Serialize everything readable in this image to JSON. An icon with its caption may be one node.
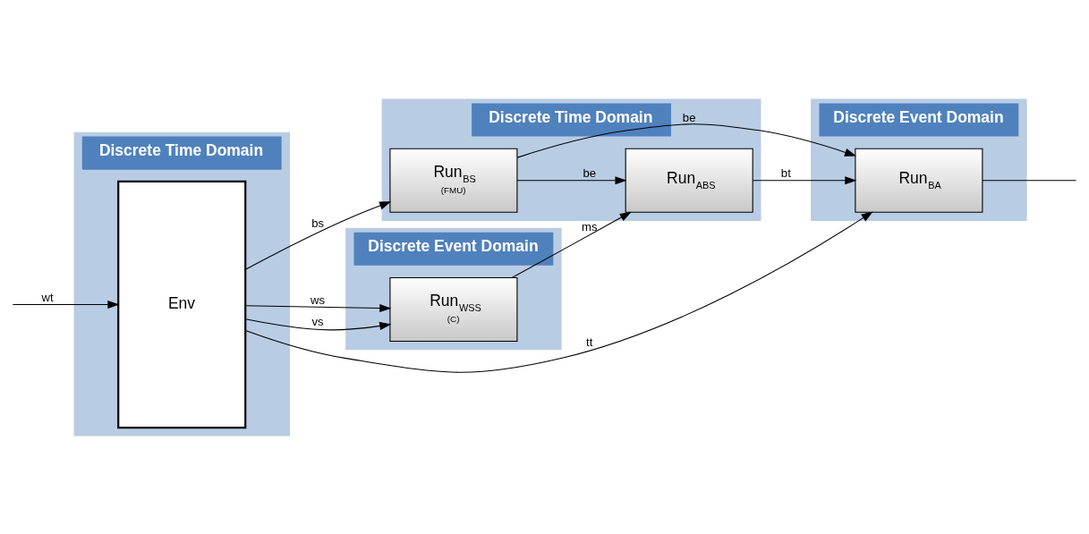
{
  "diagram": {
    "nodes": [
      {
        "text": [
          "Discrete Time Domain"
        ]
      },
      {
        "text": [
          "Env"
        ],
        "in": 0
      },
      {
        "text": [
          "Discrete Event Domain"
        ]
      },
      {
        "text": [
          "Run$_{WSS}$",
          "(C)"
        ],
        "in": 2
      },
      {
        "text": [
          "Discrete Time Domain"
        ]
      },
      {
        "text": [
          "Run$_{BS}$",
          "(FMU)"
        ],
        "in": 4
      },
      {
        "text": [
          "Run$_{ABS}$"
        ],
        "in": 4
      },
      {
        "text": [
          "Discrete Event Domain"
        ]
      },
      {
        "text": [
          "Run$_{BA}$"
        ],
        "in": 7
      }
    ],
    "edges": [
      {
        "from": 1,
        "to": 3,
        "arrow": "to",
        "label": "ws"
      },
      {
        "from": 1,
        "to": 3,
        "arrow": "to",
        "label": "vs"
      },
      {
        "from": 3,
        "to": 6,
        "arrow": "to",
        "label": "ms"
      },
      {
        "from": 1,
        "to": 5,
        "arrow": "to",
        "label": "bs"
      },
      {
        "from": 5,
        "to": 6,
        "arrow": "to",
        "label": "be"
      },
      {
        "from": 5,
        "to": 8,
        "arrow": "to",
        "label": "be"
      },
      {
        "from": 6,
        "to": 8,
        "arrow": "to",
        "label": "bt"
      },
      {
        "from": 1,
        "to": 8,
        "arrow": "to",
        "label": "tt"
      },
      {
        "from": null,
        "to": 1,
        "arrow": "to",
        "label": "wt"
      },
      {
        "from": 8,
        "to": null,
        "arrow": "none"
      }
    ]
  }
}
